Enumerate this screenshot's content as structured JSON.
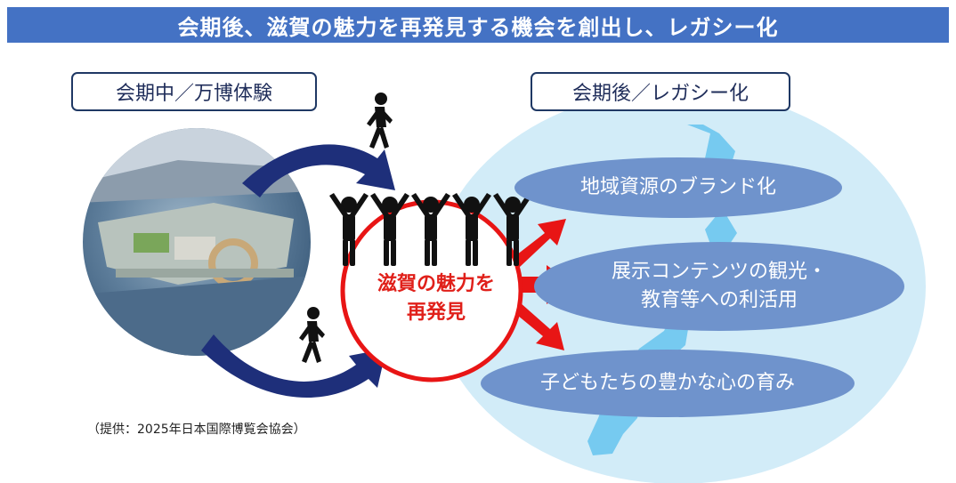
{
  "banner": {
    "title": "会期後、滋賀の魅力を再発見する機会を創出し、レガシー化"
  },
  "tags": {
    "during": "会期中／万博体験",
    "after": "会期後／レガシー化"
  },
  "center": {
    "line1": "滋賀の魅力を",
    "line2": "再発見"
  },
  "outcomes": [
    {
      "line1": "地域資源のブランド化"
    },
    {
      "line1": "展示コンテンツの観光・",
      "line2": "教育等への利活用"
    },
    {
      "line1": "子どもたちの豊かな心の育み"
    }
  ],
  "credit": "（提供：2025年日本国際博覧会協会）",
  "colors": {
    "banner": "#4472c4",
    "arrow": "#1e2f7a",
    "highlight": "#e0201a",
    "pill": "#6f93cc",
    "halo": "#d2ecf8",
    "lake": "#6cc6ee"
  },
  "icons": [
    "walking-person-icon",
    "raised-arms-person-icon",
    "expo-site-photo"
  ]
}
